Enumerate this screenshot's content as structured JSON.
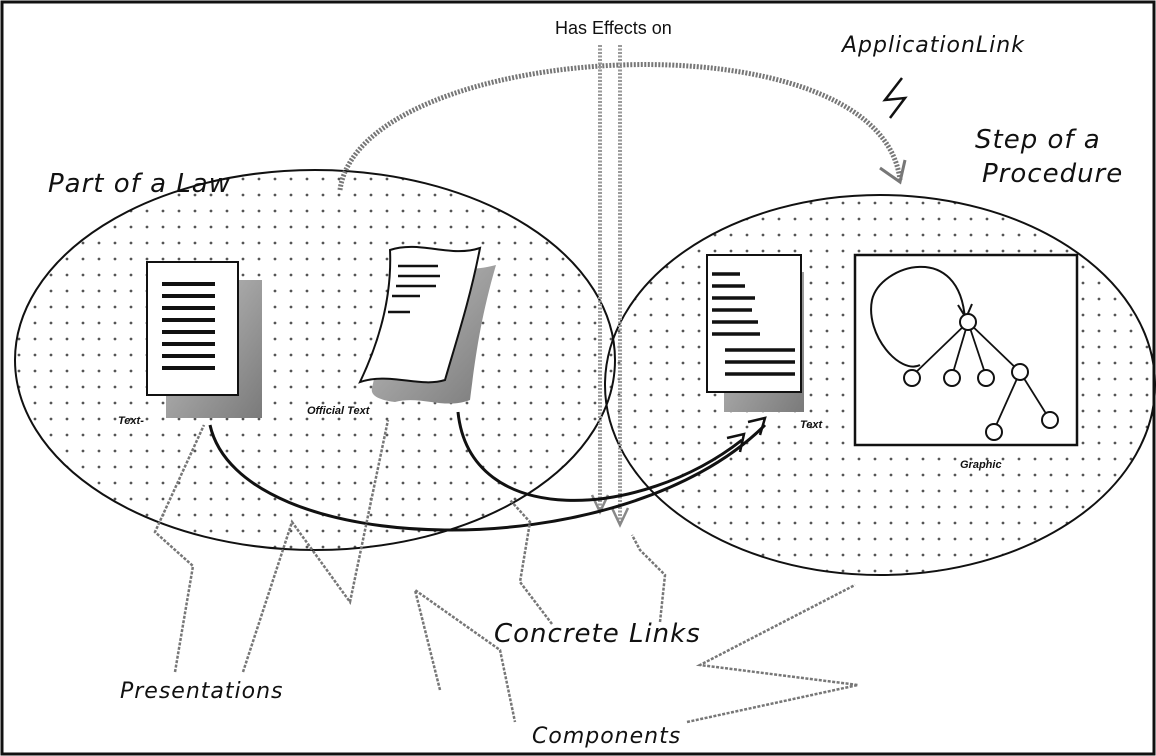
{
  "labels": {
    "has_effects_on": "Has Effects on",
    "application_link": "ApplicationLink",
    "part_of_law": "Part of a Law",
    "step_line1": "Step of a",
    "step_line2": "Procedure",
    "text_left": "Text-",
    "official_text": "Official Text",
    "text_right": "Text",
    "graphic": "Graphic",
    "concrete_links": "Concrete Links",
    "presentations": "Presentations",
    "components": "Components"
  },
  "colors": {
    "ink": "#111111",
    "dots": "#555555",
    "shadow": "#9a9a9a",
    "hatched_arrow": "#8a8a8a"
  }
}
